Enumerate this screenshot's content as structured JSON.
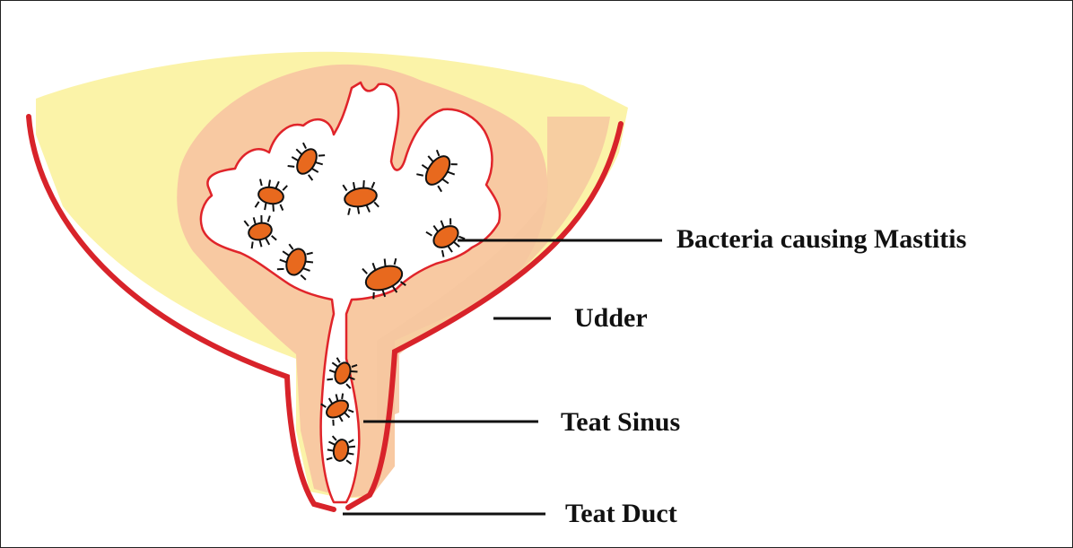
{
  "labels": {
    "bacteria": "Bacteria causing Mastitis",
    "udder": "Udder",
    "teat_sinus": "Teat Sinus",
    "teat_duct": "Teat Duct"
  },
  "colors": {
    "fat_yellow": "#fbf3a8",
    "tissue_peach": "#f8c9a2",
    "udder_outline": "#d8232a",
    "lumen_outline": "#e0242a",
    "bacteria_fill": "#e8691e",
    "leader_line": "#111111"
  }
}
